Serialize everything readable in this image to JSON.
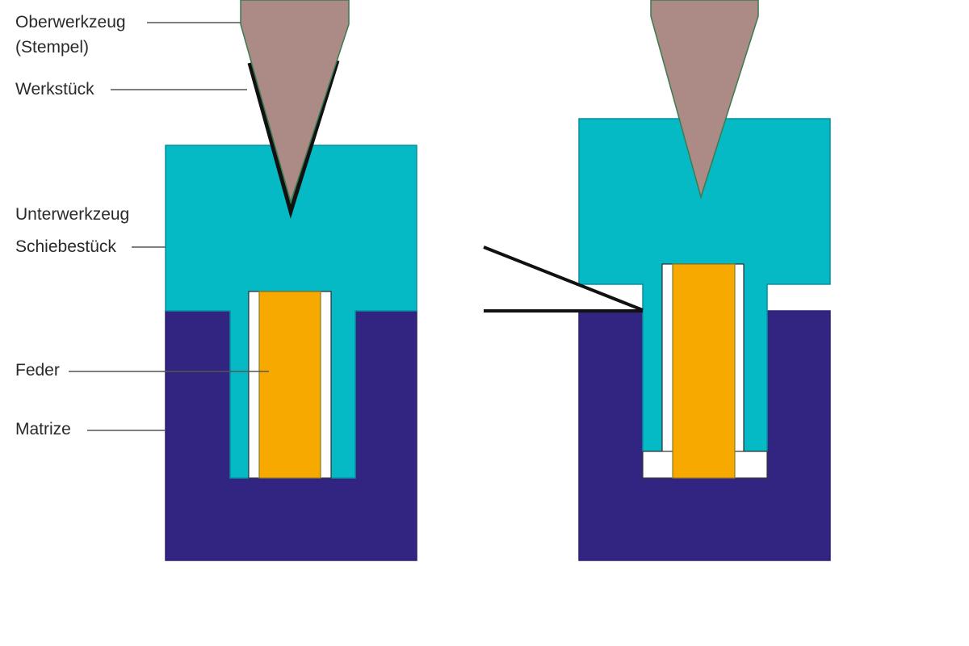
{
  "labels": {
    "oberwerkzeug": "Oberwerkzeug",
    "stempel": "(Stempel)",
    "werkstueck": "Werkstück",
    "unterwerkzeug": "Unterwerkzeug",
    "schiebestueck": "Schiebestück",
    "feder": "Feder",
    "matrize": "Matrize"
  },
  "colors": {
    "stempel": "#ac8a86",
    "stempel_outline": "#3c7a50",
    "schiebestueck": "#06bac5",
    "matrize": "#322582",
    "feder": "#f7a900",
    "werkstueck": "#111111",
    "background": "#ffffff",
    "leader": "#555555"
  }
}
